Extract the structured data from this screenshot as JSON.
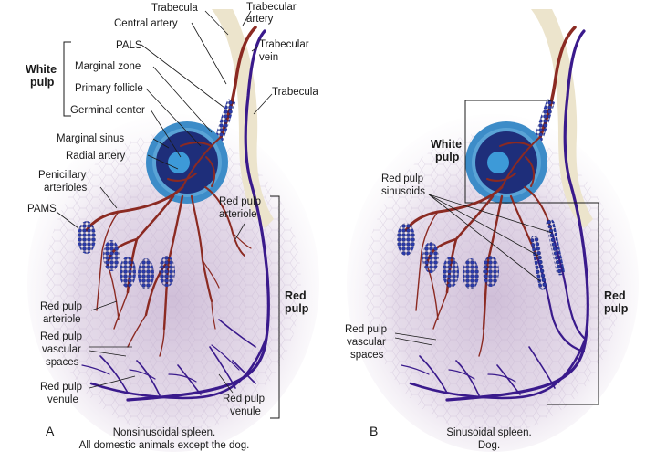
{
  "panel_a": {
    "letter": "A",
    "caption_line1": "Nonsinusoidal spleen.",
    "caption_line2": "All domestic animals except the dog.",
    "labels": {
      "trabecula_top": "Trabecula",
      "trabecular_artery_1": "Trabecular",
      "trabecular_artery_2": "artery",
      "central_artery": "Central artery",
      "trabecular_vein_1": "Trabecular",
      "trabecular_vein_2": "vein",
      "pals": "PALS",
      "white_pulp_1": "White",
      "white_pulp_2": "pulp",
      "marginal_zone": "Marginal zone",
      "primary_follicle": "Primary follicle",
      "trabecula_right": "Trabecula",
      "germinal_center": "Germinal center",
      "marginal_sinus": "Marginal sinus",
      "radial_artery": "Radial artery",
      "penicillary_1": "Penicillary",
      "penicillary_2": "arterioles",
      "pams": "PAMS",
      "red_pulp_arteriole_r1": "Red pulp",
      "red_pulp_arteriole_r2": "arteriole",
      "red_pulp_arteriole_l1": "Red pulp",
      "red_pulp_arteriole_l2": "arteriole",
      "red_pulp_1": "Red",
      "red_pulp_2": "pulp",
      "vascular_1": "Red pulp",
      "vascular_2": "vascular",
      "vascular_3": "spaces",
      "venule_l1": "Red pulp",
      "venule_l2": "venule",
      "venule_r1": "Red pulp",
      "venule_r2": "venule"
    }
  },
  "panel_b": {
    "letter": "B",
    "caption_line1": "Sinusoidal spleen.",
    "caption_line2": "Dog.",
    "labels": {
      "white_pulp_1": "White",
      "white_pulp_2": "pulp",
      "sinusoids_1": "Red pulp",
      "sinusoids_2": "sinusoids",
      "vascular_1": "Red pulp",
      "vascular_2": "vascular",
      "vascular_3": "spaces",
      "red_pulp_1": "Red",
      "red_pulp_2": "pulp"
    }
  },
  "colors": {
    "artery": "#8b2a22",
    "vein": "#3a1a8c",
    "trabecula": "#ece4cc",
    "white_pulp_fill": "#1e2e7a",
    "marginal_ring": "#3d8cc8",
    "germinal_center": "#3d9ad8",
    "red_pulp_tint": "#c9b8d8"
  }
}
